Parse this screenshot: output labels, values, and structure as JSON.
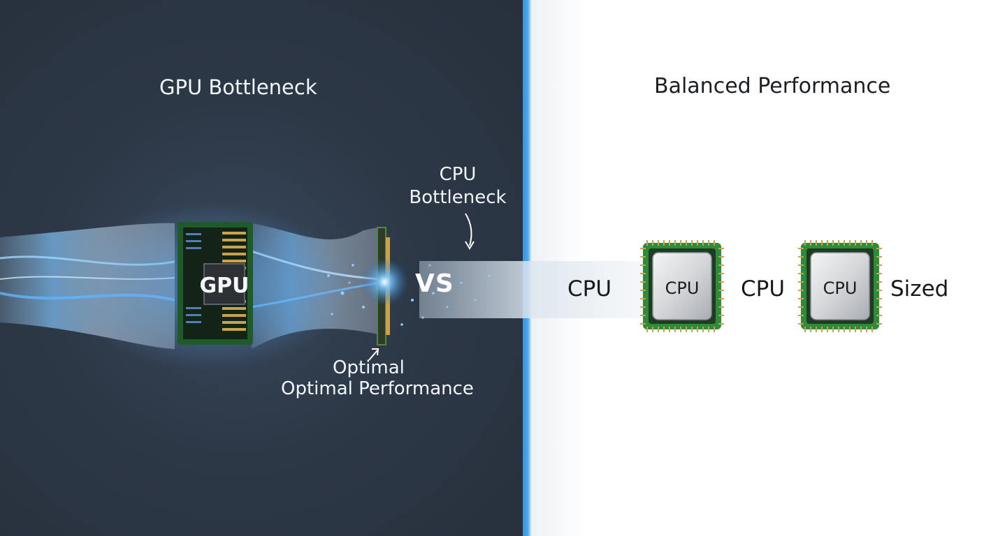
{
  "left_panel": {
    "title": "GPU Bottleneck",
    "cpu_bottleneck_label": "CPU Bottleneck",
    "vs_label": "VS",
    "optimal_label": "Optimal",
    "optimal_performance_label": "Optimal Performance",
    "gpu_chip_label": "GPU"
  },
  "right_panel": {
    "title": "Balanced Performance",
    "cpu_label_1": "CPU",
    "cpu_chip_label_1": "CPU",
    "cpu_label_2": "CPU",
    "cpu_chip_label_2": "CPU",
    "sized_label": "Sized"
  },
  "colors": {
    "left_background": "#2d3847",
    "divider": "#3a93d8",
    "right_background": "#ffffff",
    "flow_glow": "#59b8ff",
    "chip_pcb": "#2f8a3a",
    "chip_pins": "#c9a24a"
  },
  "icons": [
    "gpu-chip-icon",
    "cpu-chip-icon",
    "down-arrow-icon",
    "up-arrow-icon"
  ]
}
